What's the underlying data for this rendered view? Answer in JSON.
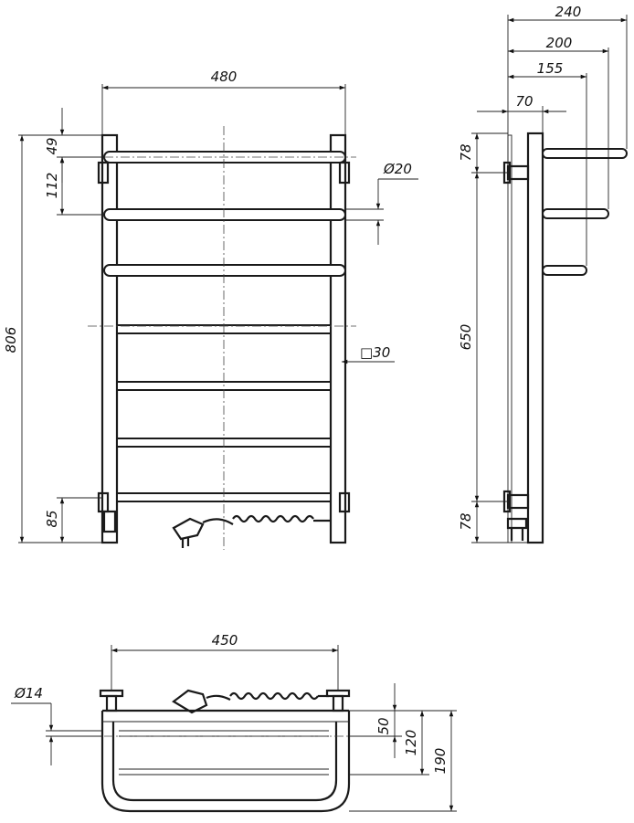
{
  "front_view": {
    "width": "480",
    "height": "806",
    "top_offset": "49",
    "rail_spacing": "112",
    "bottom_offset": "85",
    "rail_diameter": "Ø20",
    "post_profile": "□30"
  },
  "side_view": {
    "depth_240": "240",
    "depth_200": "200",
    "depth_155": "155",
    "depth_70": "70",
    "top_offset": "78",
    "mount_spacing": "650",
    "bottom_offset": "78"
  },
  "top_view": {
    "mount_width": "450",
    "pipe_diameter": "Ø14",
    "depth_50": "50",
    "depth_120": "120",
    "depth_190": "190"
  }
}
